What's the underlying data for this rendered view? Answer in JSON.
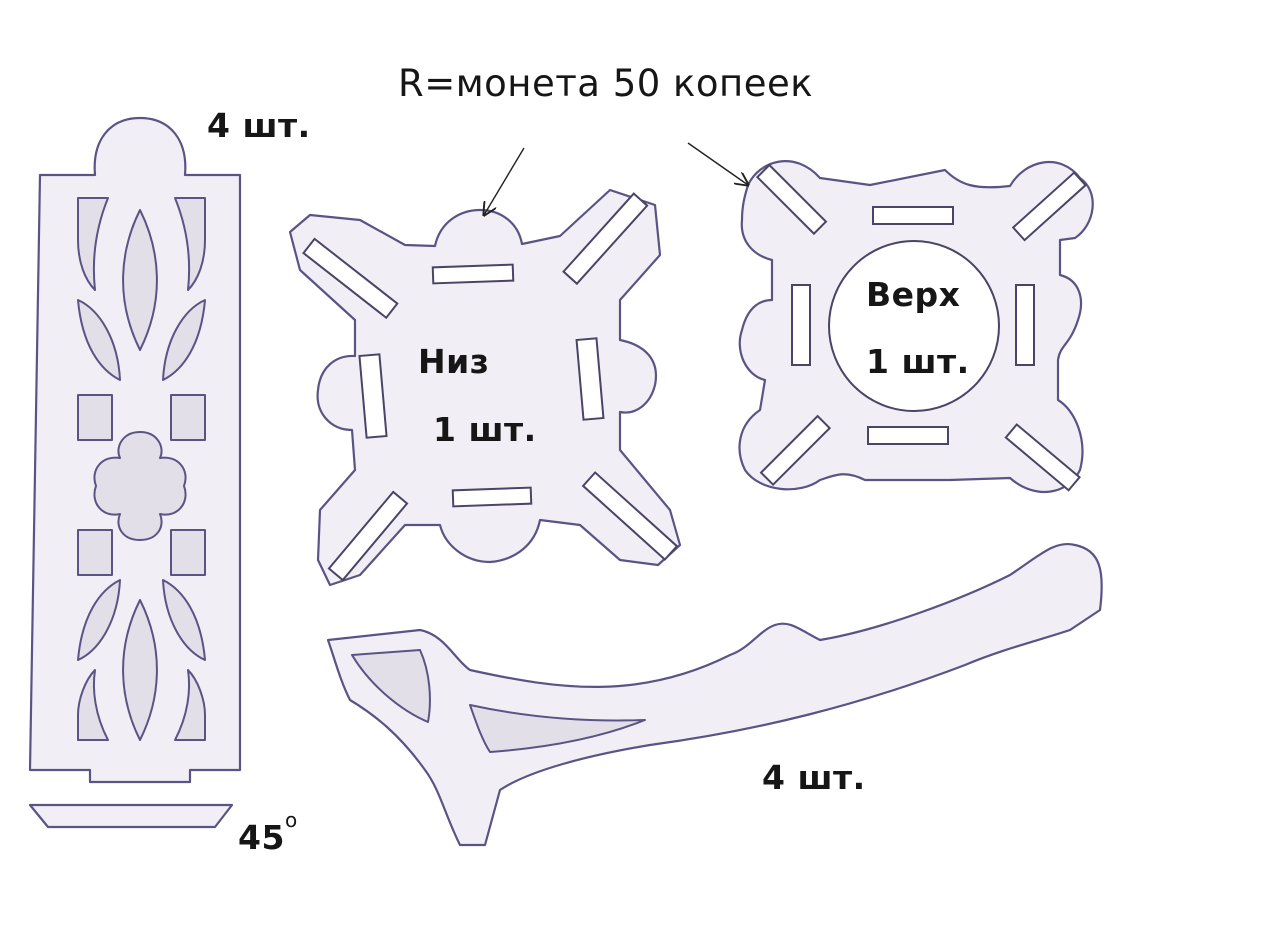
{
  "header": {
    "radius_note": "R=монета 50 копеек"
  },
  "parts": {
    "side_panel": {
      "quantity": "4 шт."
    },
    "bevel_strip": {
      "angle": "45",
      "degree_mark": "o"
    },
    "bottom": {
      "name": "Низ",
      "quantity": "1 шт."
    },
    "top": {
      "name": "Верх",
      "quantity": "1 шт."
    },
    "handle": {
      "quantity": "4 шт."
    }
  },
  "colors": {
    "outline": "#5a5485",
    "fill": "#f1eff5",
    "text": "#161616"
  }
}
